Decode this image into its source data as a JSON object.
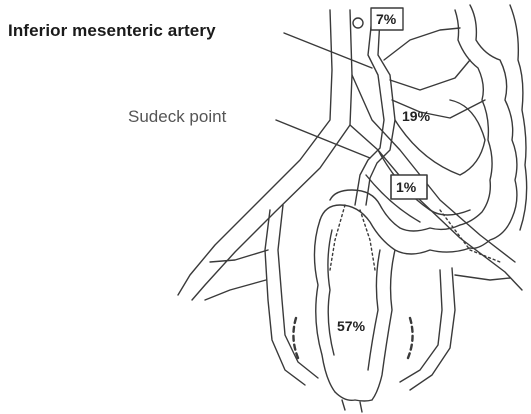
{
  "labels": {
    "artery": "Inferior mesenteric artery",
    "sudeck": "Sudeck point"
  },
  "percentages": {
    "top": "7%",
    "sigmoid": "19%",
    "sudeck_box": "1%",
    "rectum": "57%"
  },
  "colors": {
    "line": "#3a3a3a",
    "fill": "#ffffff"
  }
}
